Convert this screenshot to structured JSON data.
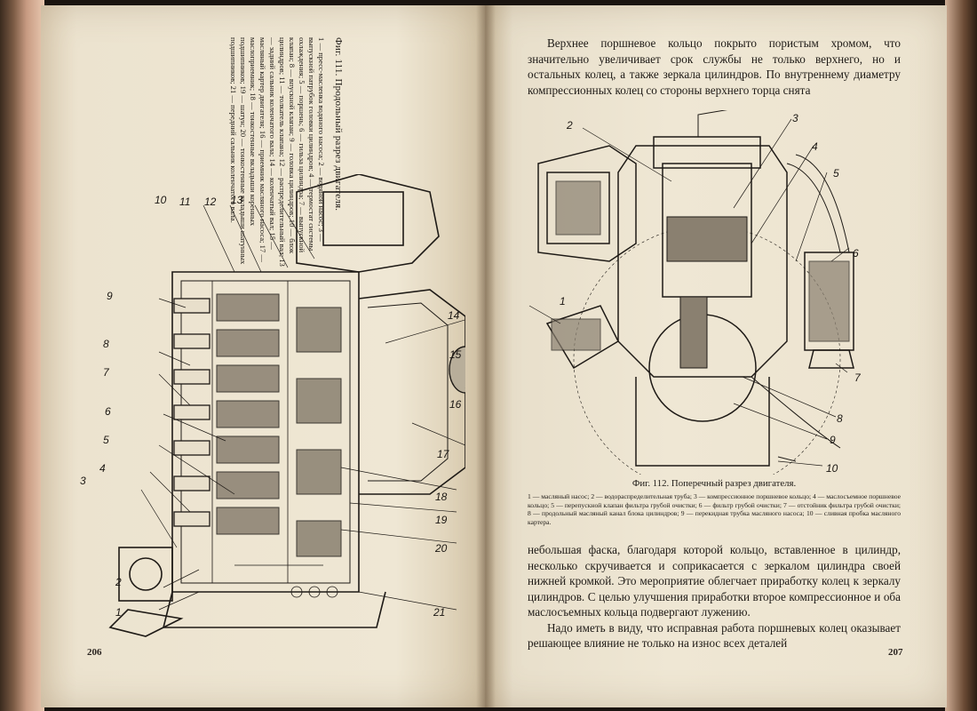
{
  "left_page": {
    "figure_title": "Фиг. 111. Продольный разрез двигателя.",
    "figure_legend": "1 — пресс-масленка водяного насоса; 2 — водяной насос; 3 — выпускной патрубок головки цилиндров; 4 — термостат системы охлаждения; 5 — поршень; 6 — гильза цилиндра; 7 — выпускной клапан; 8 — впускной клапан; 9 — головка цилиндров; 10 — блок цилиндров; 11 — толкатель клапана; 12 — распределительный вал; 13 — задний сальник коленчатого вала; 14 — коленчатый вал; 15 — масляный картер двигателя; 16 — приемник масляного насоса; 17 — маслоприемник; 18 — тонкостенные вкладыши коренных подшипников; 19 — шатун; 20 — тонкостенные вкладыши шатунных подшипников; 21 — передний сальник коленчатого вала.",
    "callouts": [
      "1",
      "2",
      "3",
      "4",
      "5",
      "6",
      "7",
      "8",
      "9",
      "10",
      "11",
      "12",
      "13",
      "14",
      "15",
      "16",
      "17",
      "18",
      "19",
      "20",
      "21"
    ],
    "page_number": "206"
  },
  "right_page": {
    "top_text": "Верхнее поршневое кольцо покрыто пористым хромом, что значительно увеличивает срок службы не только верхнего, но и остальных колец, а также зеркала цилиндров. По внутреннему диаметру компрессионных колец со стороны верхнего торца снята",
    "figure_title": "Фиг. 112. Поперечный разрез двигателя.",
    "figure_legend": "1 — масляный насос; 2 — водораспределительная труба; 3 — компрессионное поршневое кольцо; 4 — маслосъемное поршневое кольцо; 5 — перепускной клапан фильтра грубой очистки; 6 — фильтр грубой очистки; 7 — отстойник фильтра грубой очистки; 8 — продольный масляный канал блока цилиндров; 9 — перекидная трубка масляного насоса; 10 — сливная пробка масляного картера.",
    "callouts": [
      "1",
      "2",
      "3",
      "4",
      "5",
      "6",
      "7",
      "8",
      "9",
      "10"
    ],
    "para1": "небольшая фаска, благодаря которой кольцо, вставленное в цилиндр, несколько скручивается и соприкасается с зеркалом цилиндра своей нижней кромкой. Это мероприятие облегчает приработку колец к зеркалу цилиндров. С целью улучшения приработки второе компрессионное и оба маслосъемных кольца подвергают лужению.",
    "para2": "Надо иметь в виду, что исправная работа поршневых колец оказывает решающее влияние не только на износ всех деталей",
    "page_number": "207"
  }
}
